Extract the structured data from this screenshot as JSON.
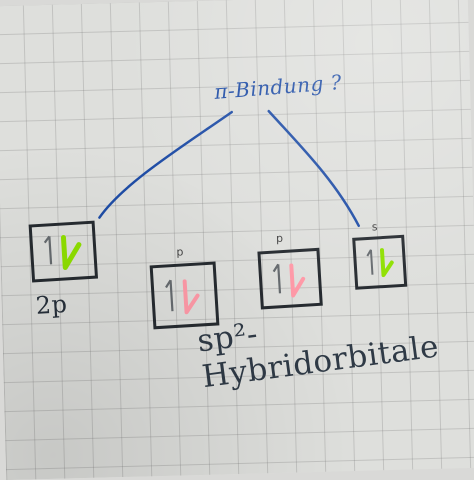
{
  "title_text": "π-Bindung ?",
  "label_2p": "2p",
  "label_sp2": "sp²-Hybridorbitale",
  "small_marks": [
    "p",
    "p",
    "s"
  ],
  "colors": {
    "paper": "#dedfdc",
    "grid": "#8a8a88",
    "blue_ink": "#1f4da6",
    "green_arrow": "#8fe000",
    "pink_arrow": "#ff9aa8",
    "black_ink": "#262b30"
  }
}
